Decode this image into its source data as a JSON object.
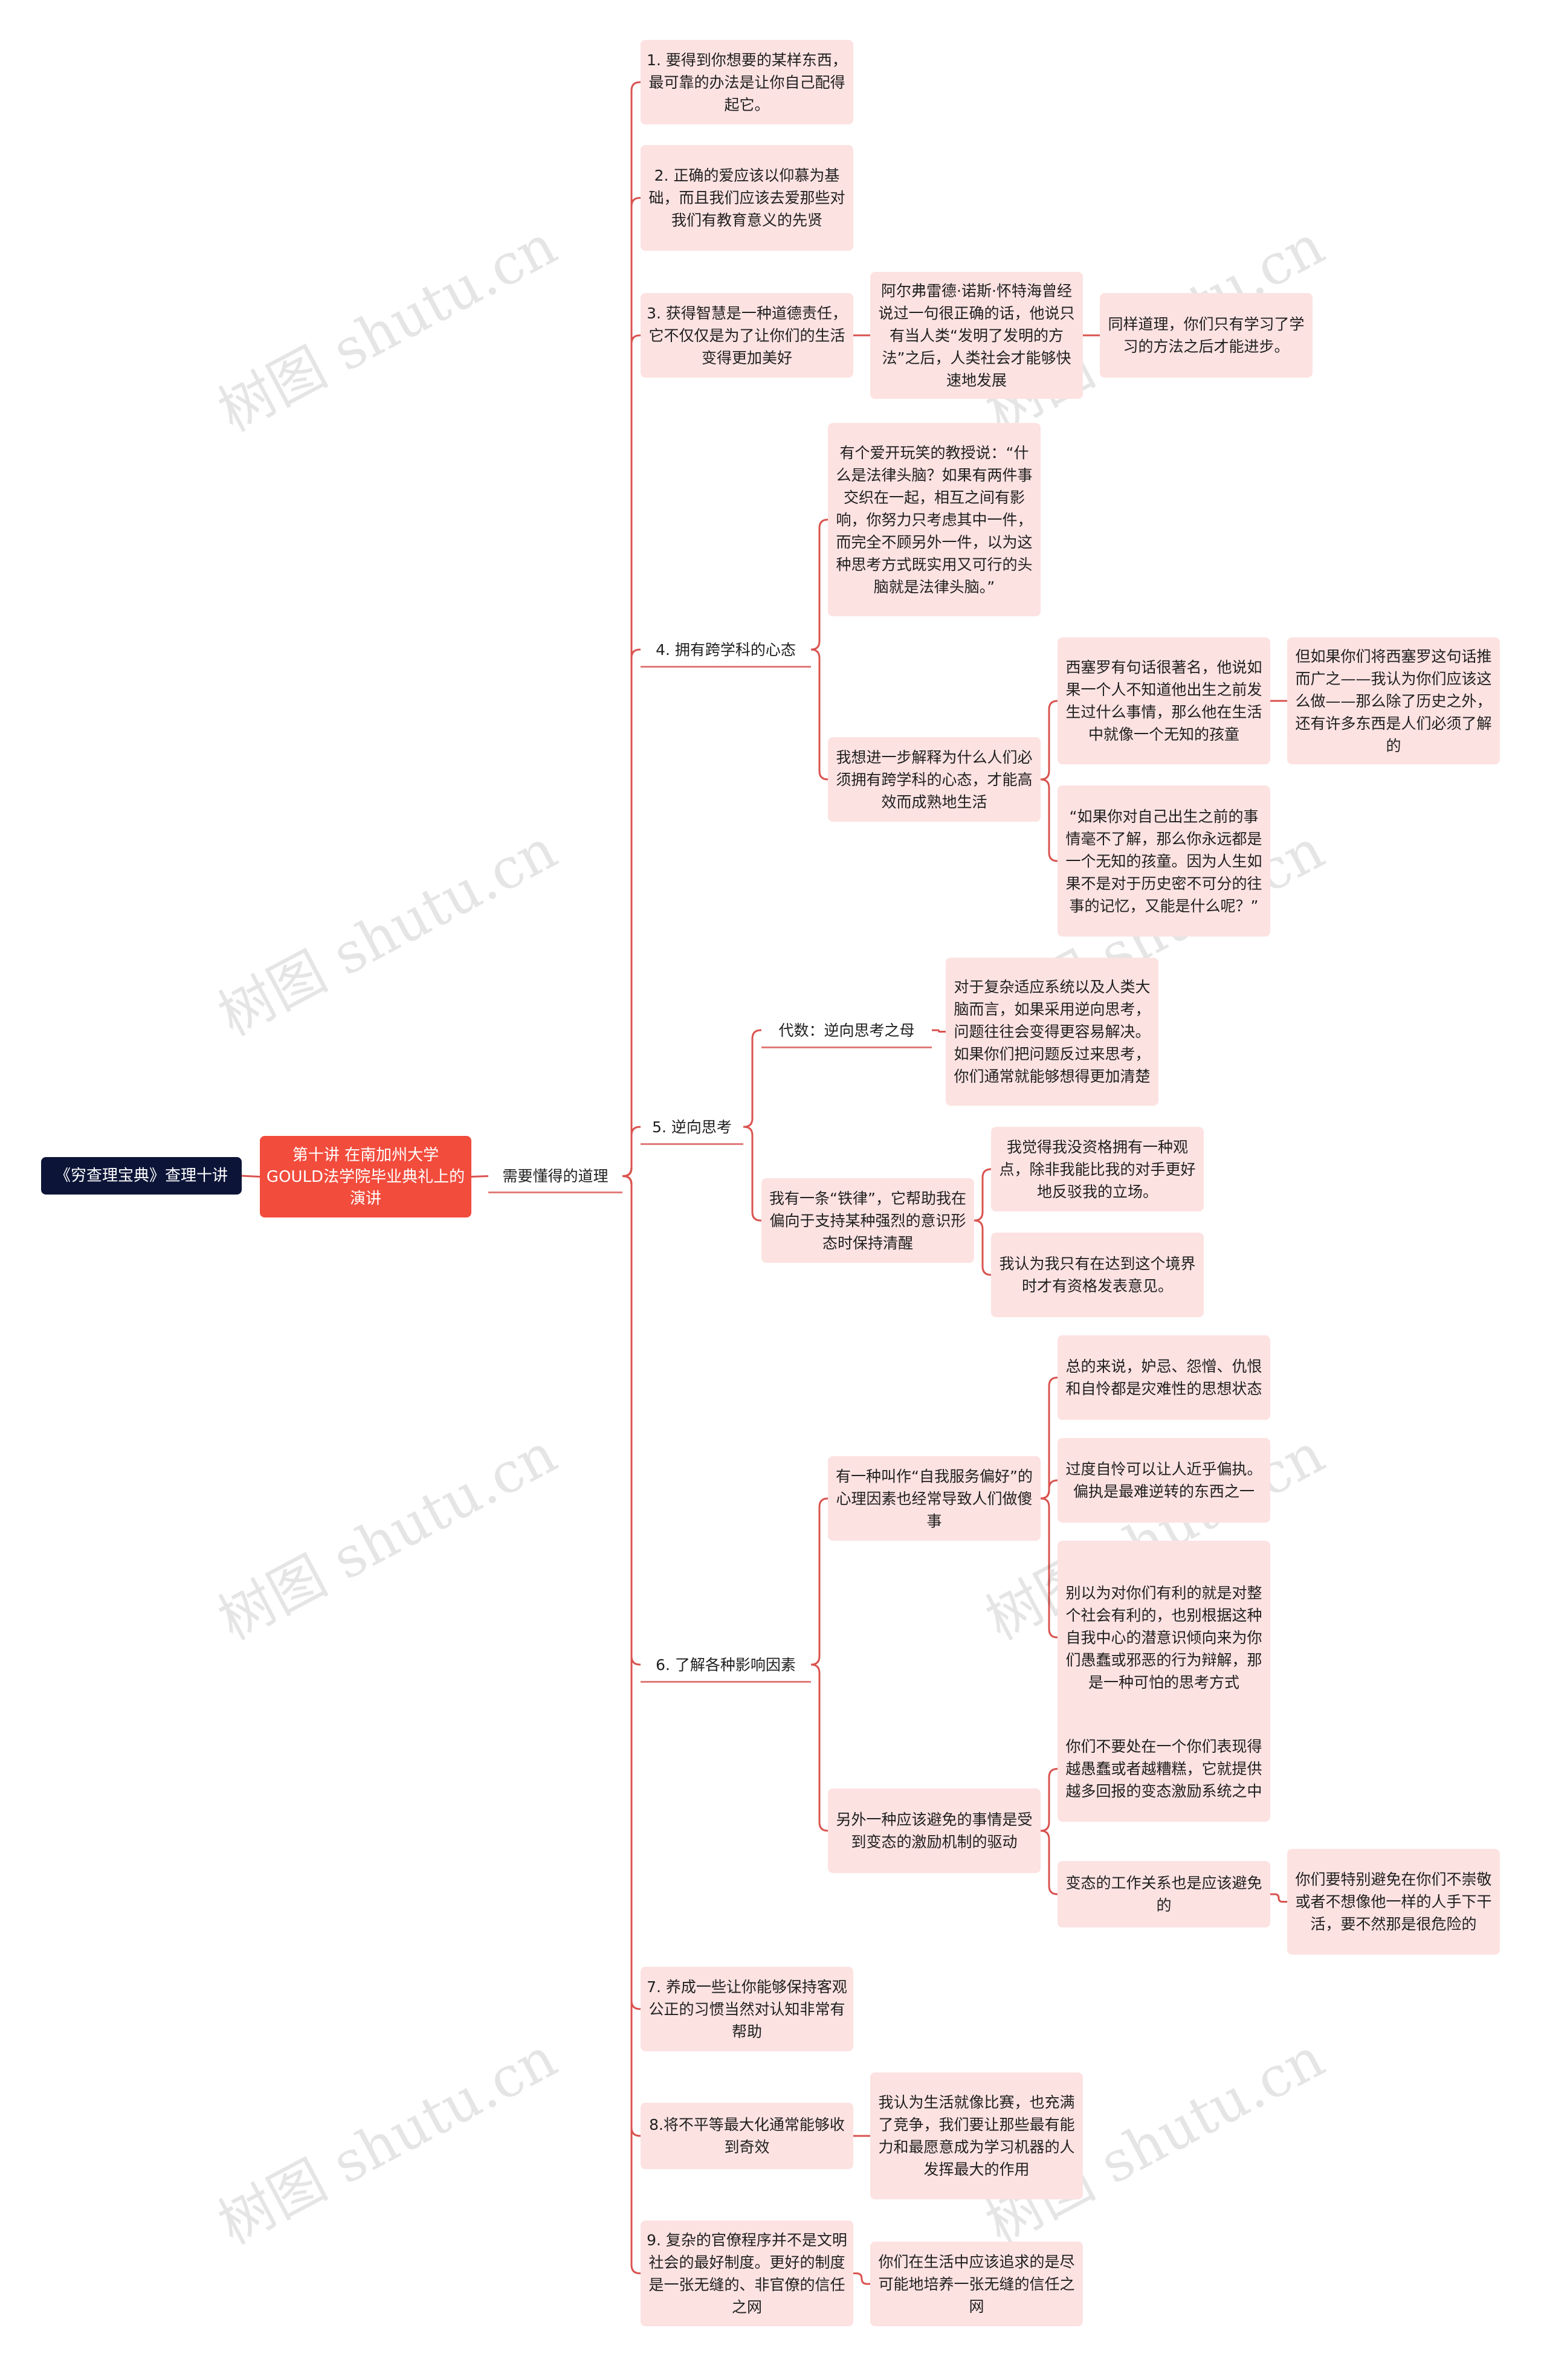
{
  "root": "《穷查理宝典》查理十讲",
  "lecture": "第十讲 在南加州大学GOULD法学院毕业典礼上的演讲",
  "hub": "需要懂得的道理",
  "watermark": "树图 shutu.cn",
  "colors": {
    "root_bg": "#0c1538",
    "main_bg": "#f24c3d",
    "topic_bg": "#fde2e2",
    "line": "#d9534f"
  },
  "items": [
    {
      "label": "1. 要得到你想要的某样东西，最可靠的办法是让你自己配得起它。",
      "children": []
    },
    {
      "label": "2. 正确的爱应该以仰慕为基础，而且我们应该去爱那些对我们有教育意义的先贤",
      "children": []
    },
    {
      "label": "3. 获得智慧是一种道德责任，它不仅仅是为了让你们的生活变得更加美好",
      "children": [
        {
          "label": "阿尔弗雷德·诺斯·怀特海曾经说过一句很正确的话，他说只有当人类“发明了发明的方法”之后，人类社会才能够快速地发展",
          "children": [
            {
              "label": "同样道理，你们只有学习了学习的方法之后才能进步。",
              "children": []
            }
          ]
        }
      ]
    },
    {
      "label": "4. 拥有跨学科的心态",
      "children": [
        {
          "label": "有个爱开玩笑的教授说：“什么是法律头脑？如果有两件事交织在一起，相互之间有影响，你努力只考虑其中一件，而完全不顾另外一件，以为这种思考方式既实用又可行的头脑就是法律头脑。”",
          "children": []
        },
        {
          "label": "我想进一步解释为什么人们必须拥有跨学科的心态，才能高效而成熟地生活",
          "children": [
            {
              "label": "西塞罗有句话很著名，他说如果一个人不知道他出生之前发生过什么事情，那么他在生活中就像一个无知的孩童",
              "children": [
                {
                  "label": "但如果你们将西塞罗这句话推而广之——我认为你们应该这么做——那么除了历史之外，还有许多东西是人们必须了解的",
                  "children": []
                }
              ]
            },
            {
              "label": "“如果你对自己出生之前的事情毫不了解，那么你永远都是一个无知的孩童。因为人生如果不是对于历史密不可分的往事的记忆，又能是什么呢？”",
              "children": []
            }
          ]
        }
      ]
    },
    {
      "label": "5. 逆向思考",
      "children": [
        {
          "label": "代数：逆向思考之母",
          "children": [
            {
              "label": "对于复杂适应系统以及人类大脑而言，如果采用逆向思考，问题往往会变得更容易解决。如果你们把问题反过来思考，你们通常就能够想得更加清楚",
              "children": []
            }
          ]
        },
        {
          "label": "我有一条“铁律”，它帮助我在偏向于支持某种强烈的意识形态时保持清醒",
          "children": [
            {
              "label": "我觉得我没资格拥有一种观点，除非我能比我的对手更好地反驳我的立场。",
              "children": []
            },
            {
              "label": "我认为我只有在达到这个境界时才有资格发表意见。",
              "children": []
            }
          ]
        }
      ]
    },
    {
      "label": "6. 了解各种影响因素",
      "children": [
        {
          "label": "有一种叫作“自我服务偏好”的心理因素也经常导致人们做傻事",
          "children": [
            {
              "label": "总的来说，妒忌、怨憎、仇恨和自怜都是灾难性的思想状态",
              "children": []
            },
            {
              "label": "过度自怜可以让人近乎偏执。偏执是最难逆转的东西之一",
              "children": []
            },
            {
              "label": "别以为对你们有利的就是对整个社会有利的，也别根据这种自我中心的潜意识倾向来为你们愚蠢或邪恶的行为辩解，那是一种可怕的思考方式",
              "children": []
            }
          ]
        },
        {
          "label": "另外一种应该避免的事情是受到变态的激励机制的驱动",
          "children": [
            {
              "label": "你们不要处在一个你们表现得越愚蠢或者越糟糕，它就提供越多回报的变态激励系统之中",
              "children": []
            },
            {
              "label": "变态的工作关系也是应该避免的",
              "children": [
                {
                  "label": "你们要特别避免在你们不崇敬或者不想像他一样的人手下干活，要不然那是很危险的",
                  "children": []
                }
              ]
            }
          ]
        }
      ]
    },
    {
      "label": "7. 养成一些让你能够保持客观公正的习惯当然对认知非常有帮助",
      "children": []
    },
    {
      "label": "8.将不平等最大化通常能够收到奇效",
      "children": [
        {
          "label": "我认为生活就像比赛，也充满了竞争，我们要让那些最有能力和最愿意成为学习机器的人发挥最大的作用",
          "children": []
        }
      ]
    },
    {
      "label": "9. 复杂的官僚程序并不是文明社会的最好制度。更好的制度是一张无缝的、非官僚的信任之网",
      "children": [
        {
          "label": "你们在生活中应该追求的是尽可能地培养一张无缝的信任之网",
          "children": []
        }
      ]
    }
  ]
}
